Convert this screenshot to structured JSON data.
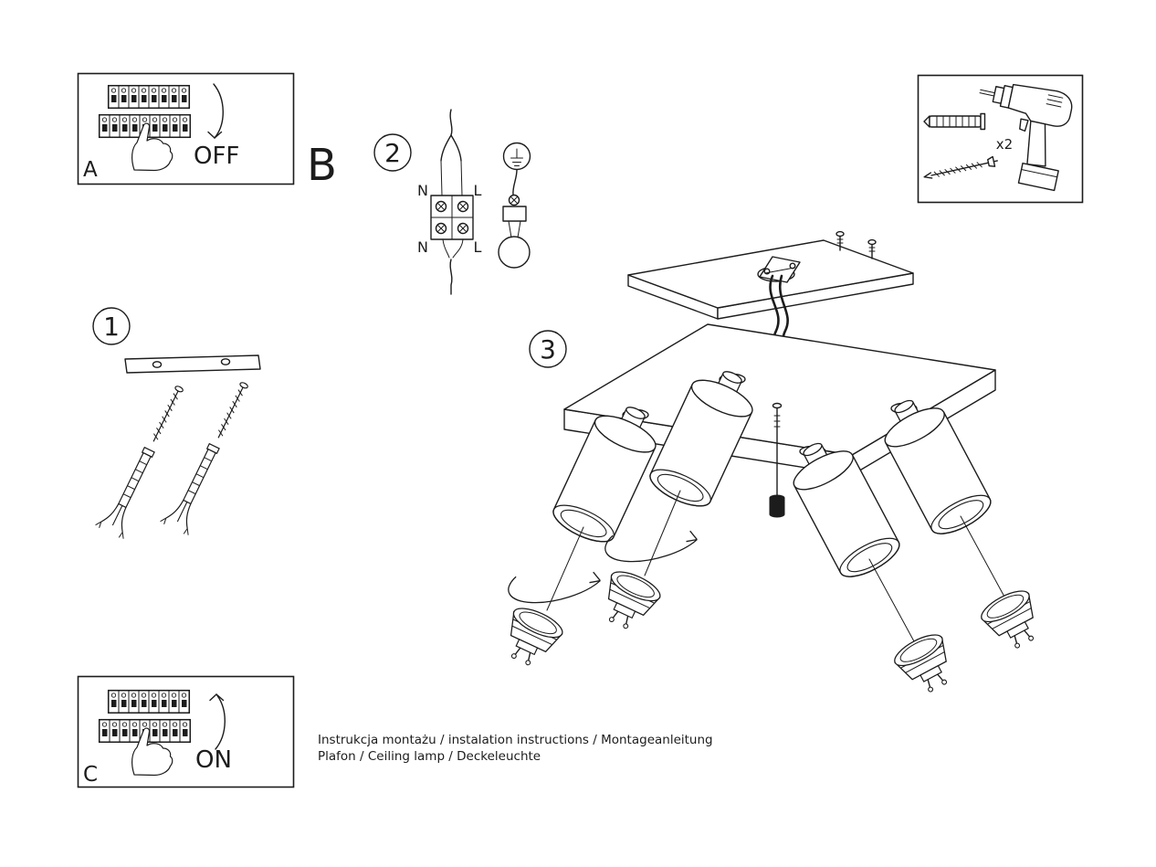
{
  "page": {
    "background": "#ffffff",
    "ink": "#1c1c1c"
  },
  "panels": {
    "a": {
      "label": "A",
      "state": "OFF"
    },
    "b": {
      "label": "B"
    },
    "c": {
      "label": "C",
      "state": "ON"
    }
  },
  "steps": {
    "step1": "1",
    "step2": "2",
    "step3": "3"
  },
  "wiring": {
    "top_left": "N",
    "top_right": "L",
    "bottom_left": "N",
    "bottom_right": "L"
  },
  "toolbox": {
    "anchor_qty": "x2"
  },
  "footer": {
    "line1": "Instrukcja montażu / instalation instructions / Montageanleitung",
    "line2": "Plafon / Ceiling lamp / Deckeleuchte"
  }
}
